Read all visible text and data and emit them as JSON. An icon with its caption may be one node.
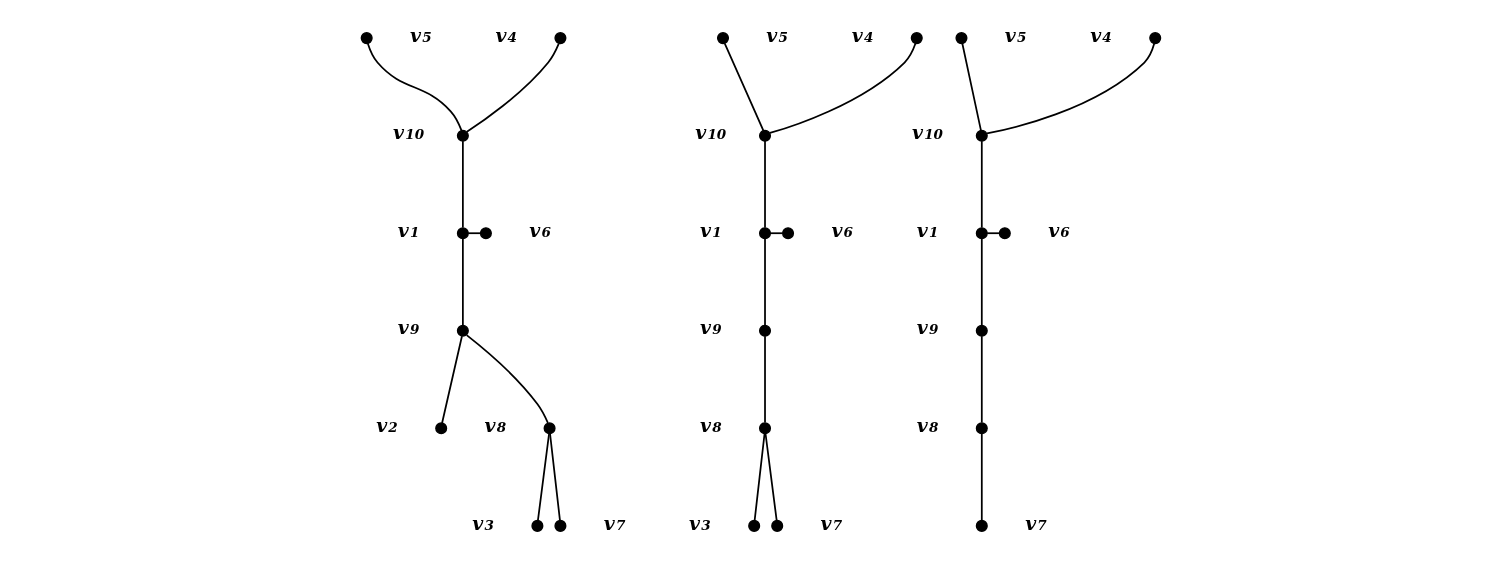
{
  "diagram": {
    "nodes": [
      {
        "text": [],
        "shape": "circle",
        "beside": [
          "v$_{5}$"
        ]
      },
      {
        "text": [],
        "shape": "circle",
        "beside": [
          "v$_{4}$"
        ]
      },
      {
        "text": [],
        "shape": "circle",
        "beside": [
          "v$_{10}$"
        ]
      },
      {
        "text": [],
        "shape": "circle",
        "beside": [
          "v$_{1}$"
        ]
      },
      {
        "text": [],
        "shape": "circle",
        "beside": [
          "v$_{6}$"
        ]
      },
      {
        "text": [],
        "shape": "circle",
        "beside": [
          "v$_{9}$"
        ]
      },
      {
        "text": [],
        "shape": "circle",
        "beside": [
          "v$_{2}$"
        ]
      },
      {
        "text": [],
        "shape": "circle",
        "beside": [
          "v$_{8}$"
        ]
      },
      {
        "text": [],
        "shape": "circle",
        "beside": [
          "v$_{3}$"
        ]
      },
      {
        "text": [],
        "shape": "circle",
        "beside": [
          "v$_{7}$"
        ]
      },
      {
        "text": [],
        "shape": "circle",
        "beside": [
          "v$_{5}$"
        ]
      },
      {
        "text": [],
        "shape": "circle",
        "beside": [
          "v$_{4}$"
        ]
      },
      {
        "text": [],
        "shape": "circle",
        "beside": [
          "v$_{10}$"
        ]
      },
      {
        "text": [],
        "shape": "circle",
        "beside": [
          "v$_{1}$"
        ]
      },
      {
        "text": [],
        "shape": "circle",
        "beside": [
          "v$_{6}$"
        ]
      },
      {
        "text": [],
        "shape": "circle",
        "beside": [
          "v$_{9}$"
        ]
      },
      {
        "text": [],
        "shape": "circle",
        "beside": [
          "v$_{8}$"
        ]
      },
      {
        "text": [],
        "shape": "circle",
        "beside": [
          "v$_{3}$"
        ]
      },
      {
        "text": [],
        "shape": "circle",
        "beside": [
          "v$_{7}$"
        ]
      },
      {
        "text": [],
        "shape": "circle",
        "beside": [
          "v$_{5}$"
        ]
      },
      {
        "text": [],
        "shape": "circle",
        "beside": [
          "v$_{4}$"
        ]
      },
      {
        "text": [],
        "shape": "circle",
        "beside": [
          "v$_{10}$"
        ]
      },
      {
        "text": [],
        "shape": "circle",
        "beside": [
          "v$_{1}$"
        ]
      },
      {
        "text": [],
        "shape": "circle",
        "beside": [
          "v$_{6}$"
        ]
      },
      {
        "text": [],
        "shape": "circle",
        "beside": [
          "v$_{9}$"
        ]
      },
      {
        "text": [],
        "shape": "circle",
        "beside": [
          "v$_{8}$"
        ]
      },
      {
        "text": [],
        "shape": "circle",
        "beside": [
          "v$_{7}$"
        ]
      }
    ],
    "edges": [
      {
        "from": 0,
        "to": 2,
        "arrow": "none"
      },
      {
        "from": 1,
        "to": 2,
        "arrow": "none"
      },
      {
        "from": 2,
        "to": 3,
        "arrow": "none"
      },
      {
        "from": 3,
        "to": 4,
        "arrow": "none"
      },
      {
        "from": 3,
        "to": 5,
        "arrow": "none"
      },
      {
        "from": 5,
        "to": 6,
        "arrow": "none"
      },
      {
        "from": 5,
        "to": 7,
        "arrow": "none"
      },
      {
        "from": 7,
        "to": 8,
        "arrow": "none"
      },
      {
        "from": 7,
        "to": 9,
        "arrow": "none"
      },
      {
        "from": 10,
        "to": 12,
        "arrow": "none"
      },
      {
        "from": 11,
        "to": 12,
        "arrow": "none"
      },
      {
        "from": 12,
        "to": 13,
        "arrow": "none"
      },
      {
        "from": 13,
        "to": 14,
        "arrow": "none"
      },
      {
        "from": 13,
        "to": 15,
        "arrow": "none"
      },
      {
        "from": 15,
        "to": 16,
        "arrow": "none"
      },
      {
        "from": 16,
        "to": 17,
        "arrow": "none"
      },
      {
        "from": 16,
        "to": 18,
        "arrow": "none"
      },
      {
        "from": 19,
        "to": 21,
        "arrow": "none"
      },
      {
        "from": 20,
        "to": 21,
        "arrow": "none"
      },
      {
        "from": 21,
        "to": 22,
        "arrow": "none"
      },
      {
        "from": 22,
        "to": 23,
        "arrow": "none"
      },
      {
        "from": 22,
        "to": 24,
        "arrow": "none"
      },
      {
        "from": 24,
        "to": 25,
        "arrow": "none"
      },
      {
        "from": 25,
        "to": 26,
        "arrow": "none"
      }
    ]
  }
}
